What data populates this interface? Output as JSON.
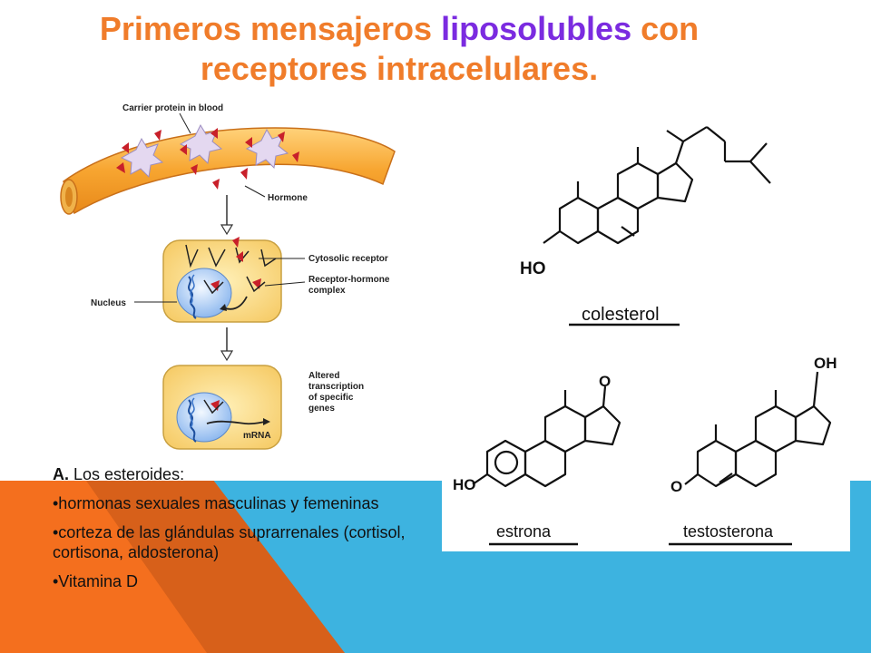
{
  "slide": {
    "title_part1": "Primeros mensajeros ",
    "title_highlight": "liposolubles",
    "title_part2": " con receptores intracelulares."
  },
  "figure": {
    "carrier_label": "Carrier protein in blood",
    "hormone_label": "Hormone",
    "cytosolic_label": "Cytosolic receptor",
    "complex_label_1": "Receptor-hormone",
    "complex_label_2": "complex",
    "nucleus_label": "Nucleus",
    "altered_1": "Altered",
    "altered_2": "transcription",
    "altered_3": "of specific",
    "altered_4": "genes",
    "mrna_label": "mRNA"
  },
  "chem": {
    "colesterol": "colesterol",
    "estrona": "estrona",
    "testosterona": "testosterona",
    "ho": "HO",
    "ho2": "HO",
    "oh": "OH",
    "o1": "O",
    "o2": "O"
  },
  "text": {
    "heading_letter": "A.",
    "heading_rest": " Los esteroides:",
    "bullet1": "•hormonas sexuales masculinas y femeninas",
    "bullet2": "•corteza de las glándulas suprarrenales (cortisol, cortisona, aldosterona)",
    "bullet3": "•Vitamina D"
  },
  "colors": {
    "title": "#f07c2a",
    "highlight": "#7b2be0",
    "blue_band": "#3db3e0",
    "orange_band": "#f46f1e"
  }
}
